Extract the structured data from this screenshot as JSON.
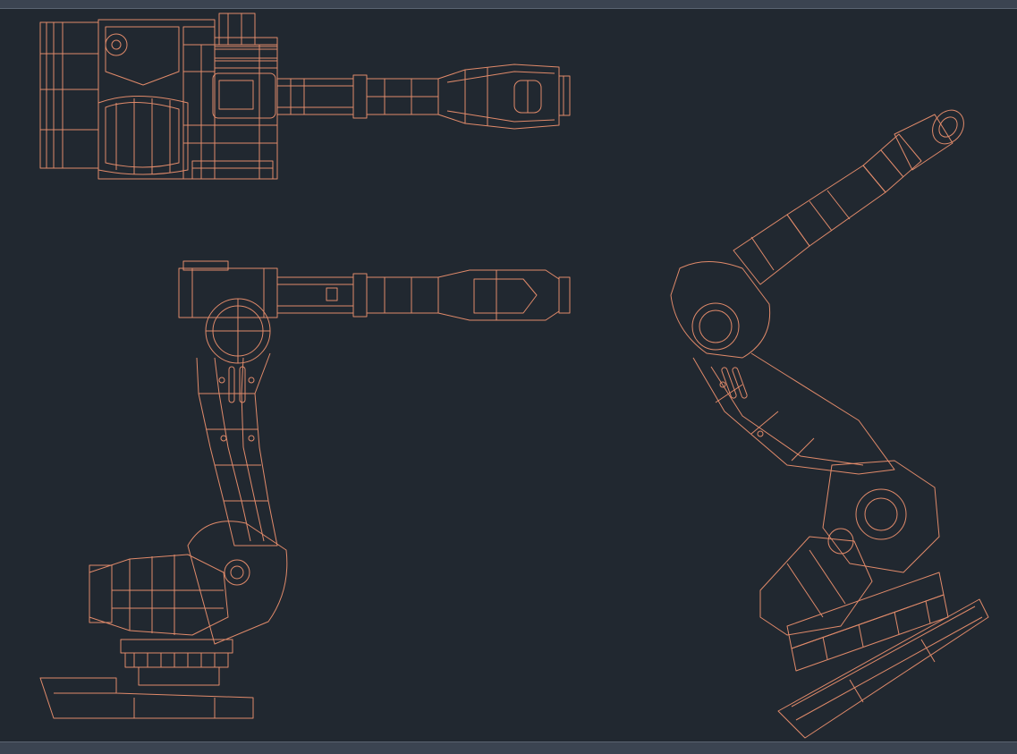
{
  "canvas": {
    "background_color": "#212830",
    "frame_color": "#3b4451",
    "line_color": "#e08a6a"
  },
  "views": [
    {
      "id": "top-view",
      "description_icon": "robot-arm-top-view-icon"
    },
    {
      "id": "side-view",
      "description_icon": "robot-arm-side-view-icon"
    },
    {
      "id": "isometric-view",
      "description_icon": "robot-arm-isometric-view-icon"
    }
  ]
}
